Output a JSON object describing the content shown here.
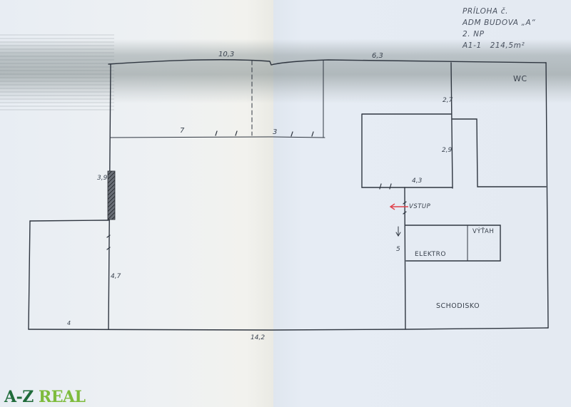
{
  "document": {
    "type": "hand-drawn floor plan",
    "header": {
      "line1": "PRÍLOHA č.",
      "line2": "ADM BUDOVA „A“",
      "line3": "2. NP",
      "line4_unit": "A1-1",
      "line4_area": "214,5m²"
    },
    "rooms": {
      "wc": "WC",
      "entrance": "VSTUP",
      "electro": "ELEKTRO",
      "elevator": "VÝŤAH",
      "staircase": "SCHODISKO"
    },
    "dimensions": {
      "top_left_width": "10,3",
      "top_right_width": "6,3",
      "inner_segment_a": "7",
      "inner_segment_b": "3",
      "left_wall_upper": "3,9",
      "left_wing_height": "4,7",
      "left_wing_width": "4",
      "bottom_total": "14,2",
      "core_right_upper": "2,7",
      "core_right_lower": "2,9",
      "core_bottom": "4,3",
      "stair_side": "5"
    },
    "colors": {
      "line": "#2f3640",
      "arrow": "#e0404a",
      "hatch": "#3a3f45",
      "logo_dark": "#1f6b3a",
      "logo_light": "#7dbb3c"
    }
  },
  "branding": {
    "logo_part1": "A-Z",
    "logo_part2": "REAL"
  }
}
